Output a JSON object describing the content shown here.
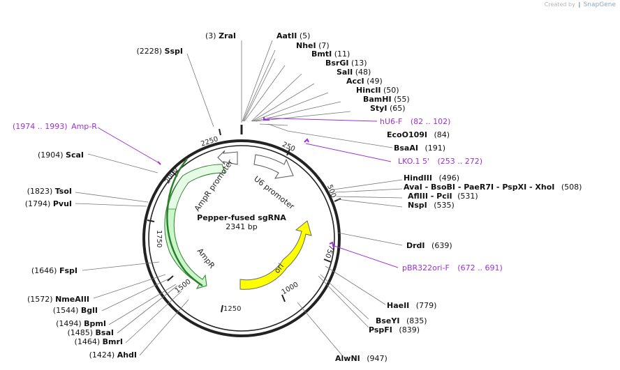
{
  "credit": {
    "prefix": "Created by",
    "brand": "SnapGene"
  },
  "plasmid": {
    "name": "Pepper-fused sgRNA",
    "length_label": "2341 bp",
    "length": 2341
  },
  "colors": {
    "ring": "#222222",
    "feature_primer": "#9b30d9",
    "ori": "#ffff00",
    "ampr_fill": "#c9f7c9",
    "ampr_stroke": "#2e7d2e"
  },
  "ticks": [
    "250",
    "500",
    "750",
    "1000",
    "1250",
    "1500",
    "1750",
    "2000",
    "2250"
  ],
  "sites": [
    {
      "name": "ZraI",
      "pos": "(3)"
    },
    {
      "name": "AatII",
      "pos": "(5)"
    },
    {
      "name": "NheI",
      "pos": "(7)"
    },
    {
      "name": "BmtI",
      "pos": "(11)"
    },
    {
      "name": "BsrGI",
      "pos": "(13)"
    },
    {
      "name": "SalI",
      "pos": "(48)"
    },
    {
      "name": "AccI",
      "pos": "(49)"
    },
    {
      "name": "HincII",
      "pos": "(50)"
    },
    {
      "name": "BamHI",
      "pos": "(55)"
    },
    {
      "name": "StyI",
      "pos": "(65)"
    },
    {
      "name": "EcoO109I",
      "pos": "(84)"
    },
    {
      "name": "BsaAI",
      "pos": "(191)"
    },
    {
      "name": "HindIII",
      "pos": "(496)"
    },
    {
      "name": "AvaI - BsoBI - PaeR7I - PspXI - XhoI",
      "pos": "(508)"
    },
    {
      "name": "AflIII - PciI",
      "pos": "(531)"
    },
    {
      "name": "NspI",
      "pos": "(535)"
    },
    {
      "name": "DrdI",
      "pos": "(639)"
    },
    {
      "name": "HaeII",
      "pos": "(779)"
    },
    {
      "name": "BseYI",
      "pos": "(835)"
    },
    {
      "name": "PspFI",
      "pos": "(839)"
    },
    {
      "name": "AlwNI",
      "pos": "(947)"
    },
    {
      "name": "SspI",
      "pos": "(2228)"
    },
    {
      "name": "ScaI",
      "pos": "(1904)"
    },
    {
      "name": "TsoI",
      "pos": "(1823)"
    },
    {
      "name": "PvuI",
      "pos": "(1794)"
    },
    {
      "name": "FspI",
      "pos": "(1646)"
    },
    {
      "name": "NmeAIII",
      "pos": "(1572)"
    },
    {
      "name": "BglI",
      "pos": "(1544)"
    },
    {
      "name": "BpmI",
      "pos": "(1494)"
    },
    {
      "name": "BsaI",
      "pos": "(1485)"
    },
    {
      "name": "BmrI",
      "pos": "(1464)"
    },
    {
      "name": "AhdI",
      "pos": "(1424)"
    }
  ],
  "primers": [
    {
      "name": "hU6-F",
      "range": "(82 .. 102)"
    },
    {
      "name": "LKO.1 5'",
      "range": "(253 .. 272)"
    },
    {
      "name": "pBR322ori-F",
      "range": "(672 .. 691)"
    },
    {
      "name": "Amp-R",
      "range": "(1974 .. 1993)"
    }
  ],
  "features": [
    {
      "name": "U6 promoter"
    },
    {
      "name": "ori"
    },
    {
      "name": "AmpR"
    },
    {
      "name": "AmpR promoter"
    }
  ]
}
